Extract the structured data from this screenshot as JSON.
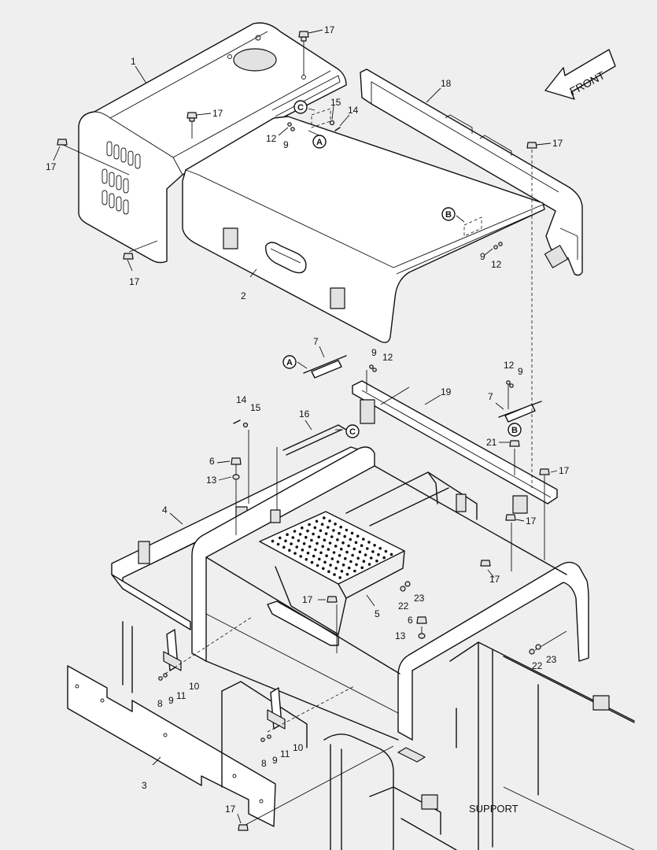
{
  "diagram": {
    "front_label": "FRONT",
    "support_label": "SUPPORT",
    "callouts": {
      "c1": "1",
      "c2": "2",
      "c3": "3",
      "c4": "4",
      "c5": "5",
      "c6": "6",
      "c7": "7",
      "c8": "8",
      "c9": "9",
      "c10": "10",
      "c11": "11",
      "c12": "12",
      "c13": "13",
      "c14": "14",
      "c15": "15",
      "c16": "16",
      "c17": "17",
      "c18": "18",
      "c19": "19",
      "c21": "21",
      "c22": "22",
      "c23": "23"
    },
    "ref_markers": {
      "a": "A",
      "b": "B",
      "c": "C"
    }
  }
}
